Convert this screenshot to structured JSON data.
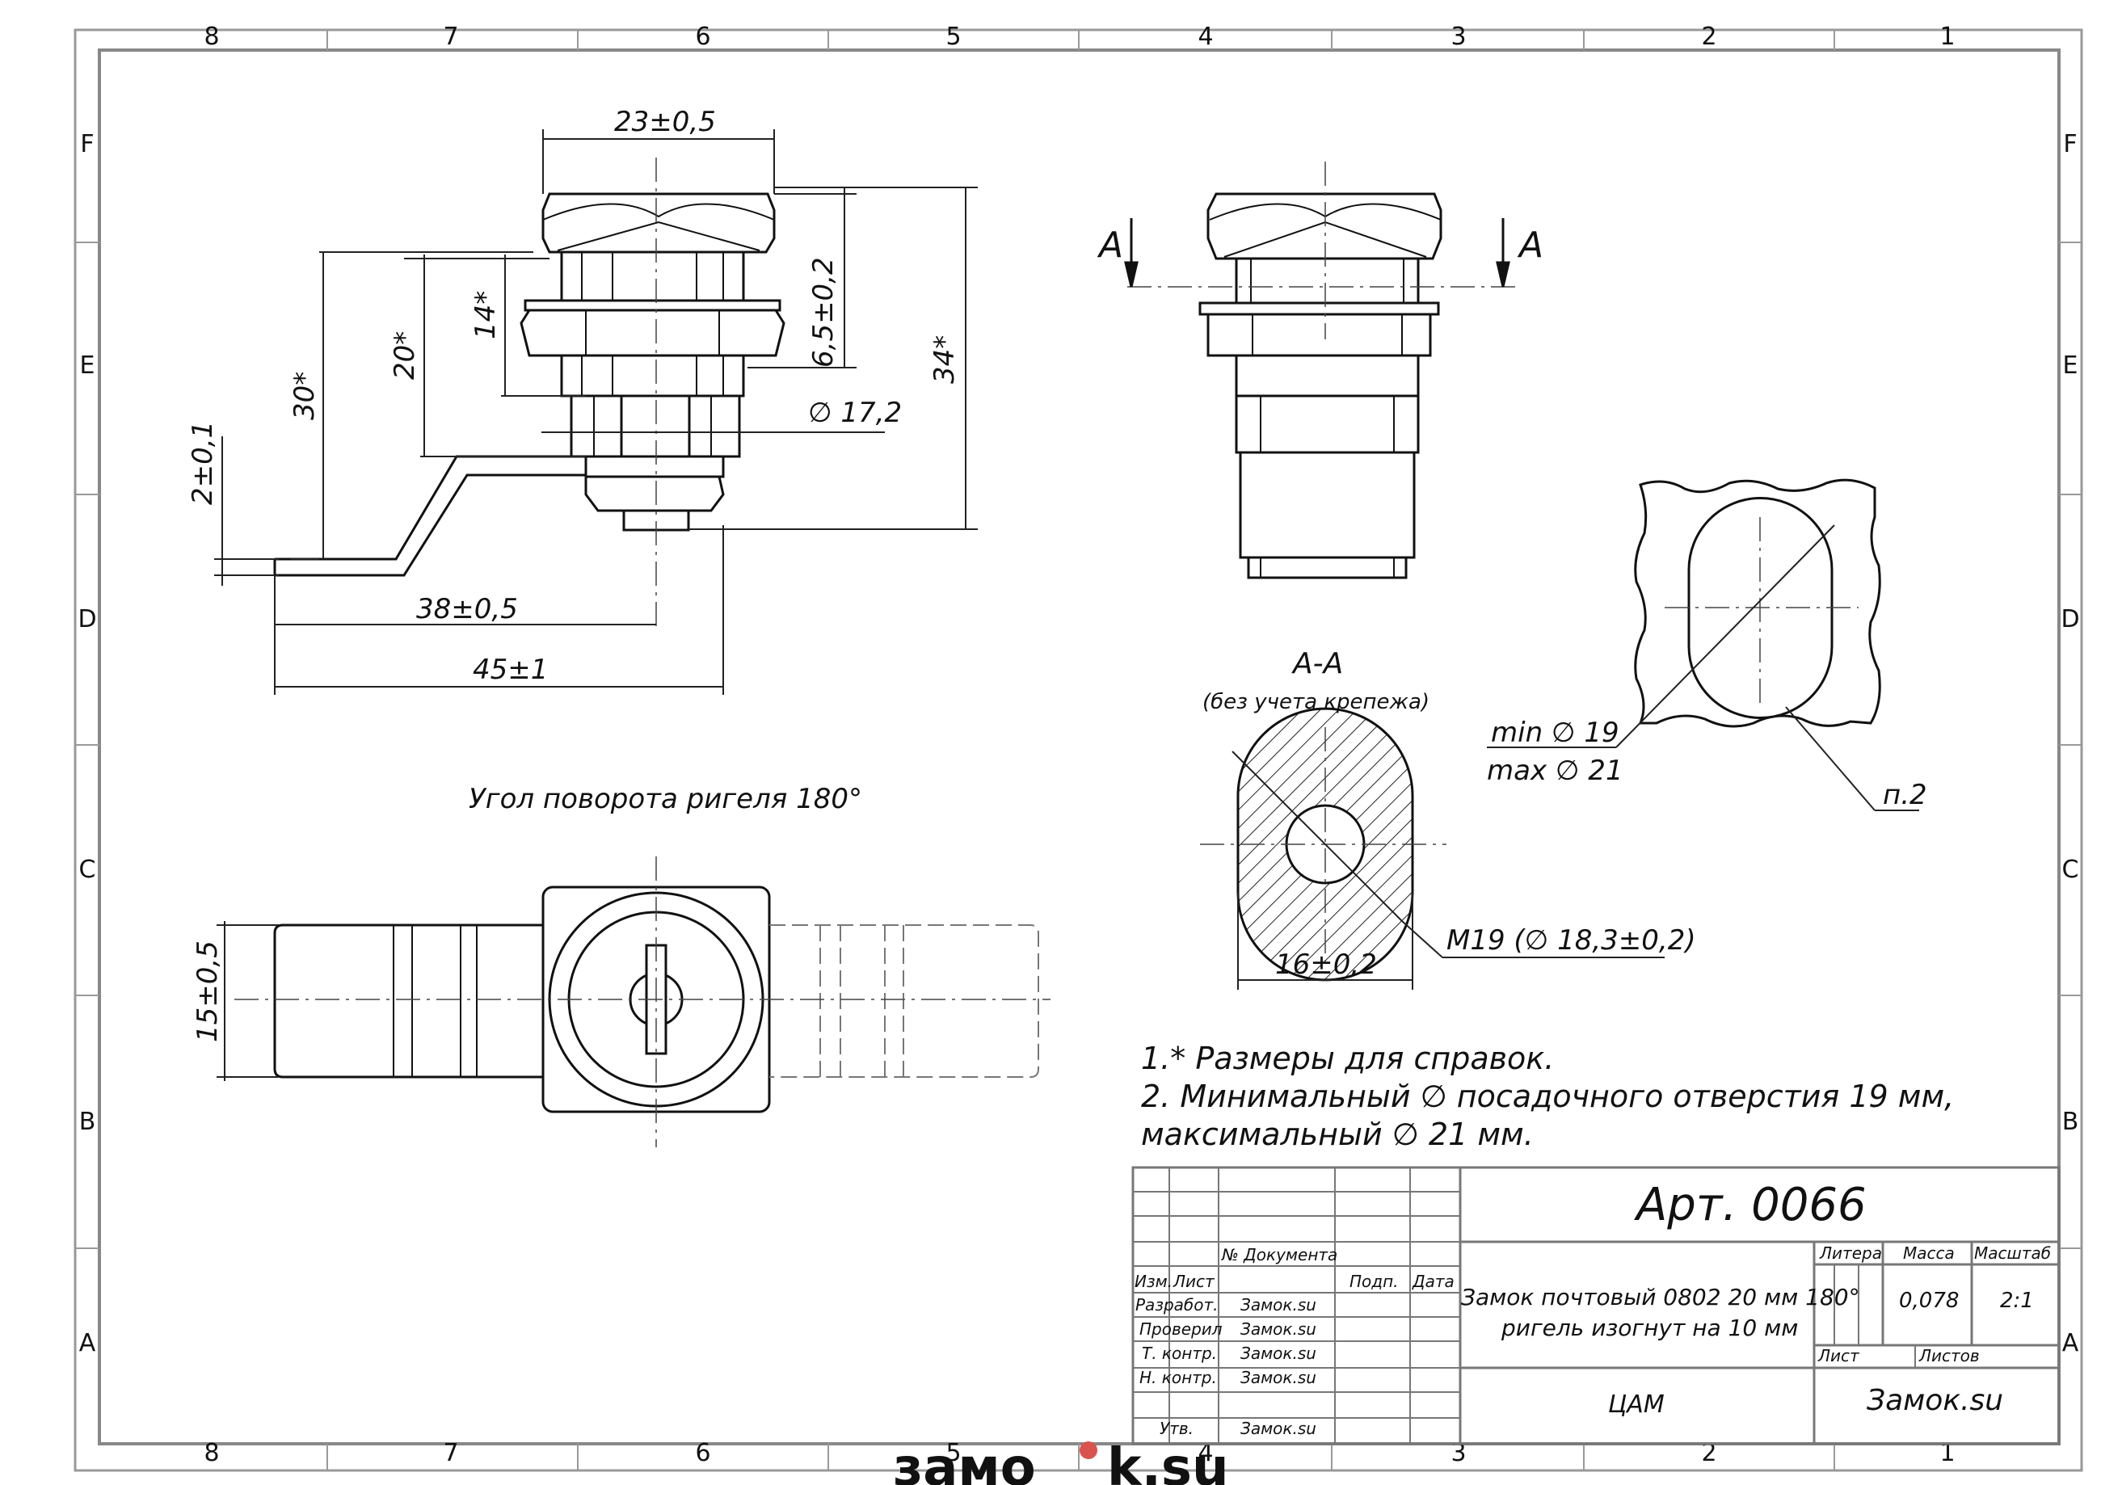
{
  "frame": {
    "columns": [
      "8",
      "7",
      "6",
      "5",
      "4",
      "3",
      "2",
      "1"
    ],
    "rows": [
      "F",
      "E",
      "D",
      "C",
      "B",
      "A"
    ]
  },
  "dims": {
    "width_23": "23±0,5",
    "height_6_5": "6,5±0,2",
    "height_34": "34*",
    "height_14": "14*",
    "height_20": "20*",
    "height_30": "30*",
    "height_2": "2±0,1",
    "dia_17_2": "∅ 17,2",
    "len_38": "38±0,5",
    "len_45": "45±1",
    "width_15": "15±0,5",
    "width_16": "16±0,2",
    "thread": "M19  (∅ 18,3±0,2)",
    "hole_min": "min  ∅ 19",
    "hole_max": "max ∅ 21",
    "ref_p2": "п.2"
  },
  "section": {
    "label": "А",
    "title": "А-А",
    "subtitle": "(без учета крепежа)"
  },
  "rotation_note": "Угол поворота ригеля 180°",
  "notes": [
    "1.* Размеры для справок.",
    "2. Минимальный ∅ посадочного отверстия 19 мм,",
    "максимальный ∅  21 мм."
  ],
  "title_block": {
    "article": "Арт. 0066",
    "product_line1": "Замок почтовый 0802 20 мм 180°",
    "product_line2": "ригель изогнут на 10 мм",
    "org": "ЦАМ",
    "company": "Замок.su",
    "hdr_doc": "№ Документа",
    "hdr_izm": "Изм.",
    "hdr_list": "Лист",
    "hdr_podp": "Подп.",
    "hdr_data": "Дата",
    "roles": [
      "Разработ.",
      "Проверил",
      "Т. контр.",
      "Н. контр.",
      "Утв."
    ],
    "names": [
      "Замок.su",
      "Замок.su",
      "Замок.su",
      "Замок.su",
      "Замок.su"
    ],
    "hdr_litera": "Литера",
    "hdr_massa": "Масса",
    "hdr_masshtab": "Масштаб",
    "massa": "0,078",
    "masshtab": "2:1",
    "hdr_sheet": "Лист",
    "hdr_sheets": "Листов"
  },
  "watermark": {
    "text_left": "замо",
    "text_right": "k.su",
    "accent": "#d9534f"
  }
}
